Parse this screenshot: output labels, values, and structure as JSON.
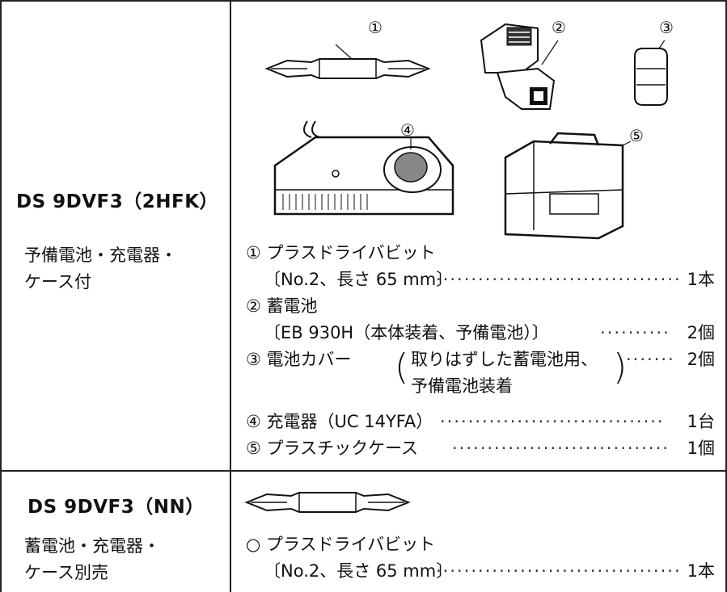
{
  "rows": [
    {
      "model": "DS 9DVF3（2HFK）",
      "note_lines": [
        "予備電池・充電器・",
        "ケース付"
      ],
      "callouts": [
        "①",
        "②",
        "③",
        "④",
        "⑤"
      ],
      "items": [
        {
          "num": "①",
          "name": "プラスドライバビット",
          "sub": "〔No.2、長さ 65 mm〕",
          "qty": "1本"
        },
        {
          "num": "②",
          "name": "蓄電池",
          "sub": "〔EB 930H（本体装着、予備電池）〕",
          "qty": "2個"
        },
        {
          "num": "③",
          "name": "電池カバー",
          "paren_lines": [
            "取りはずした蓄電池用、",
            "予備電池装着"
          ],
          "qty": "2個"
        },
        {
          "num": "④",
          "name": "充電器（UC 14YFA）",
          "qty": "1台"
        },
        {
          "num": "⑤",
          "name": "プラスチックケース",
          "qty": "1個"
        }
      ]
    },
    {
      "model": "DS 9DVF3（NN）",
      "note_lines": [
        "蓄電池・充電器・",
        "ケース別売"
      ],
      "items": [
        {
          "num": "○",
          "name": "プラスドライバビット",
          "sub": "〔No.2、長さ 65 mm〕",
          "qty": "1本"
        }
      ]
    }
  ]
}
